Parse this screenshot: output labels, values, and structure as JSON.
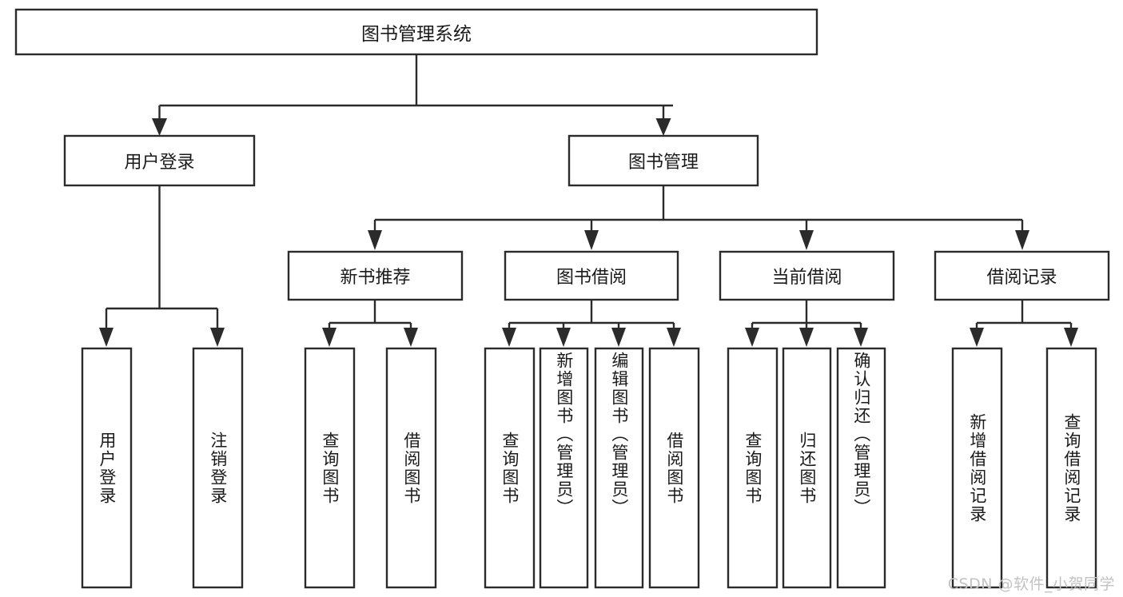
{
  "diagram": {
    "type": "tree-hierarchy",
    "title": "图书管理系统",
    "orientation": "top-down",
    "colors": {
      "box_stroke": "#2b2b2b",
      "box_fill": "#ffffff",
      "connector": "#2b2b2b",
      "text": "#1a1a1a",
      "background": "#ffffff",
      "watermark": "#c2c2c2"
    },
    "root": {
      "label": "图书管理系统"
    },
    "level1": [
      {
        "label": "用户登录"
      },
      {
        "label": "图书管理"
      }
    ],
    "level2": [
      {
        "label": "新书推荐"
      },
      {
        "label": "图书借阅"
      },
      {
        "label": "当前借阅"
      },
      {
        "label": "借阅记录"
      }
    ],
    "leaves": {
      "user_login": [
        {
          "label": "用户登录"
        },
        {
          "label": "注销登录"
        }
      ],
      "new_book_recommend": [
        {
          "label": "查询图书"
        },
        {
          "label": "借阅图书"
        }
      ],
      "book_borrow": [
        {
          "label": "查询图书"
        },
        {
          "label": "新增图书（管理员）"
        },
        {
          "label": "编辑图书（管理员）"
        },
        {
          "label": "借阅图书"
        }
      ],
      "current_borrow": [
        {
          "label": "查询图书"
        },
        {
          "label": "归还图书"
        },
        {
          "label": "确认归还（管理员）"
        }
      ],
      "borrow_record": [
        {
          "label": "新增借阅记录"
        },
        {
          "label": "查询借阅记录"
        }
      ]
    }
  },
  "watermark": {
    "text": "CSDN @软件_小贺同学"
  }
}
